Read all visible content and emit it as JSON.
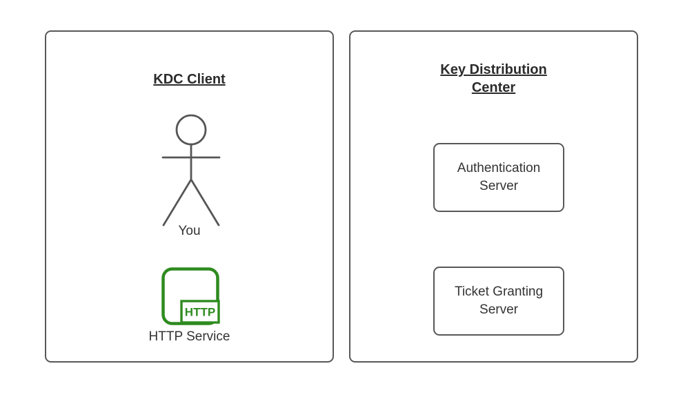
{
  "diagram": {
    "background": "#ffffff",
    "stroke_color": "#585858",
    "text_color": "#333333",
    "accent_green": "#2e8b1f",
    "left_panel": {
      "title": "KDC Client",
      "actor_icon": "stick-figure-person",
      "actor_label": "You",
      "service_icon": "http-service",
      "service_badge": "HTTP",
      "service_label": "HTTP Service"
    },
    "right_panel": {
      "title": "Key Distribution Center",
      "nodes": [
        {
          "label": "Authentication Server"
        },
        {
          "label": "Ticket Granting Server"
        }
      ]
    }
  }
}
